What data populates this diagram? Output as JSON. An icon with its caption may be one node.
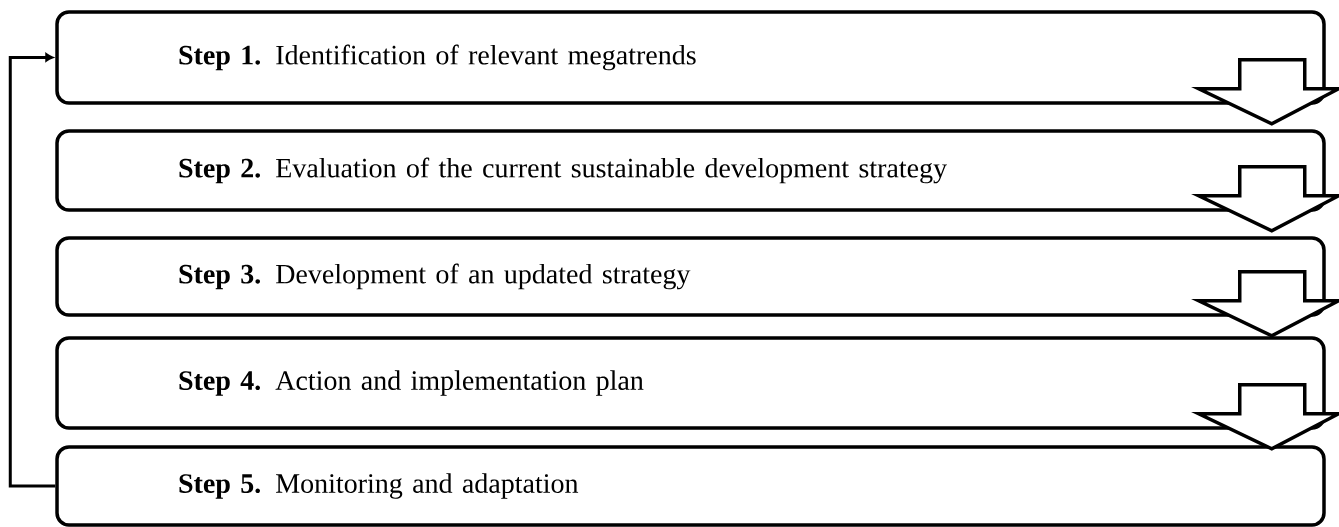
{
  "diagram": {
    "nodes": [
      {
        "text": [
          "**Step 1.** Identification of relevant megatrends"
        ]
      },
      {
        "text": [
          "**Step 2.** Evaluation of the current sustainable development strategy"
        ]
      },
      {
        "text": [
          "**Step 3.** Development of an updated strategy"
        ]
      },
      {
        "text": [
          "**Step 4.** Action and implementation plan"
        ]
      },
      {
        "text": [
          "**Step 5.** Monitoring and adaptation"
        ]
      }
    ],
    "edges": [
      {
        "from": 0,
        "to": 1,
        "arrow": "to"
      },
      {
        "from": 1,
        "to": 2,
        "arrow": "to"
      },
      {
        "from": 2,
        "to": 3,
        "arrow": "to"
      },
      {
        "from": 3,
        "to": 4,
        "arrow": "to"
      },
      {
        "from": 4,
        "to": 0,
        "arrow": "to"
      }
    ]
  }
}
